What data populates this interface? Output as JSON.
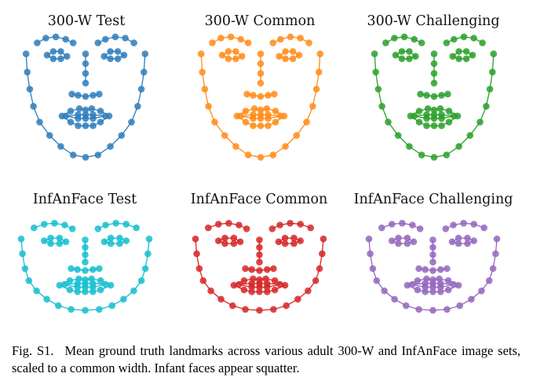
{
  "figure": {
    "panels": [
      {
        "title": "300-W Test",
        "color": "#2f7ebc"
      },
      {
        "title": "300-W Common",
        "color": "#ff8c1a"
      },
      {
        "title": "300-W Challenging",
        "color": "#2ca02c"
      },
      {
        "title": "InfAnFace Test",
        "color": "#17becf"
      },
      {
        "title": "InfAnFace Common",
        "color": "#d62728"
      },
      {
        "title": "InfAnFace Challenging",
        "color": "#9467bd"
      }
    ]
  },
  "caption": {
    "label": "Fig. S1.",
    "text": "Mean ground truth landmarks across various adult 300-W and InfAnFace image sets, scaled to a common width. Infant faces appear squatter."
  }
}
